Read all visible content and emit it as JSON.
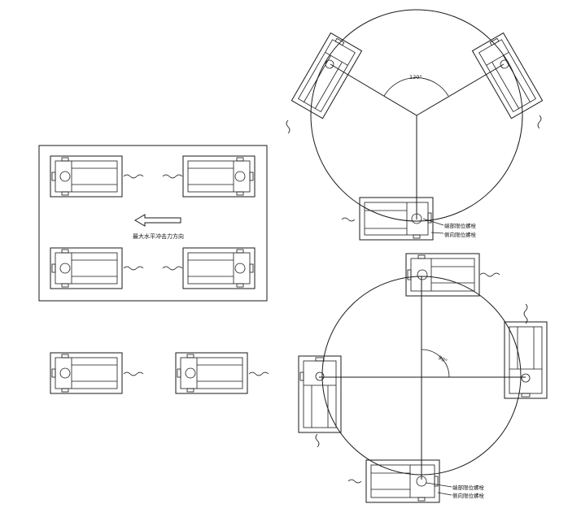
{
  "annotations": {
    "angle_top": "120°",
    "angle_bottom": "90°",
    "arrow_text": "最大水平冲击力方向",
    "label_end_bolt": "端部限位螺栓",
    "label_side_bolt": "侧向限位螺栓"
  }
}
